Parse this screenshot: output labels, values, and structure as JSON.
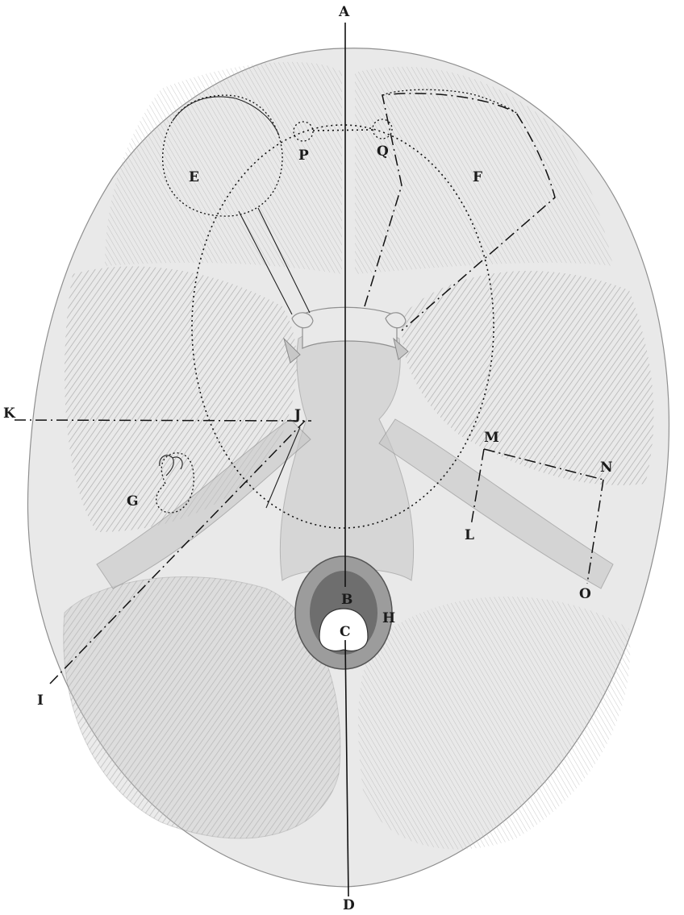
{
  "labels": {
    "A": "A",
    "B": "B",
    "C": "C",
    "D": "D",
    "E": "E",
    "F": "F",
    "G": "G",
    "H": "H",
    "I": "I",
    "J": "J",
    "K": "K",
    "L": "L",
    "M": "M",
    "N": "N",
    "O": "O",
    "P": "P",
    "Q": "Q"
  },
  "colors": {
    "ink": "#111111",
    "bone": "#e9e9e9",
    "shade": "#c7c7c7",
    "background": "#ffffff"
  }
}
